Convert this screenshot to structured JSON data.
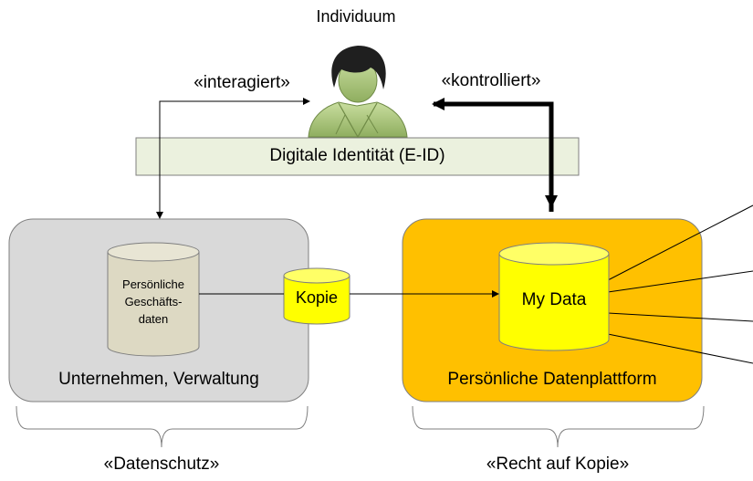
{
  "individual": {
    "label": "Individuum"
  },
  "relations": {
    "interacts": "«interagiert»",
    "controls": "«kontrolliert»"
  },
  "identity_bar": {
    "label": "Digitale Identität (E-ID)"
  },
  "company": {
    "label": "Unternehmen, Verwaltung",
    "database_lines": [
      "Persönliche",
      "Geschäfts-",
      "daten"
    ],
    "bracket_label": "«Datenschutz»"
  },
  "copy": {
    "label": "Kopie"
  },
  "platform": {
    "label": "Persönliche Datenplattform",
    "database_label": "My Data",
    "bracket_label": "«Recht auf Kopie»"
  },
  "colors": {
    "company_box": "#d9d9d9",
    "platform_box": "#ffc000",
    "company_db": "#ddd9c3",
    "my_data_db": "#ffff00",
    "identity_bar": "#ebf1de",
    "person_skin": "#b5cf8e",
    "person_hair": "#1f1f1f"
  }
}
